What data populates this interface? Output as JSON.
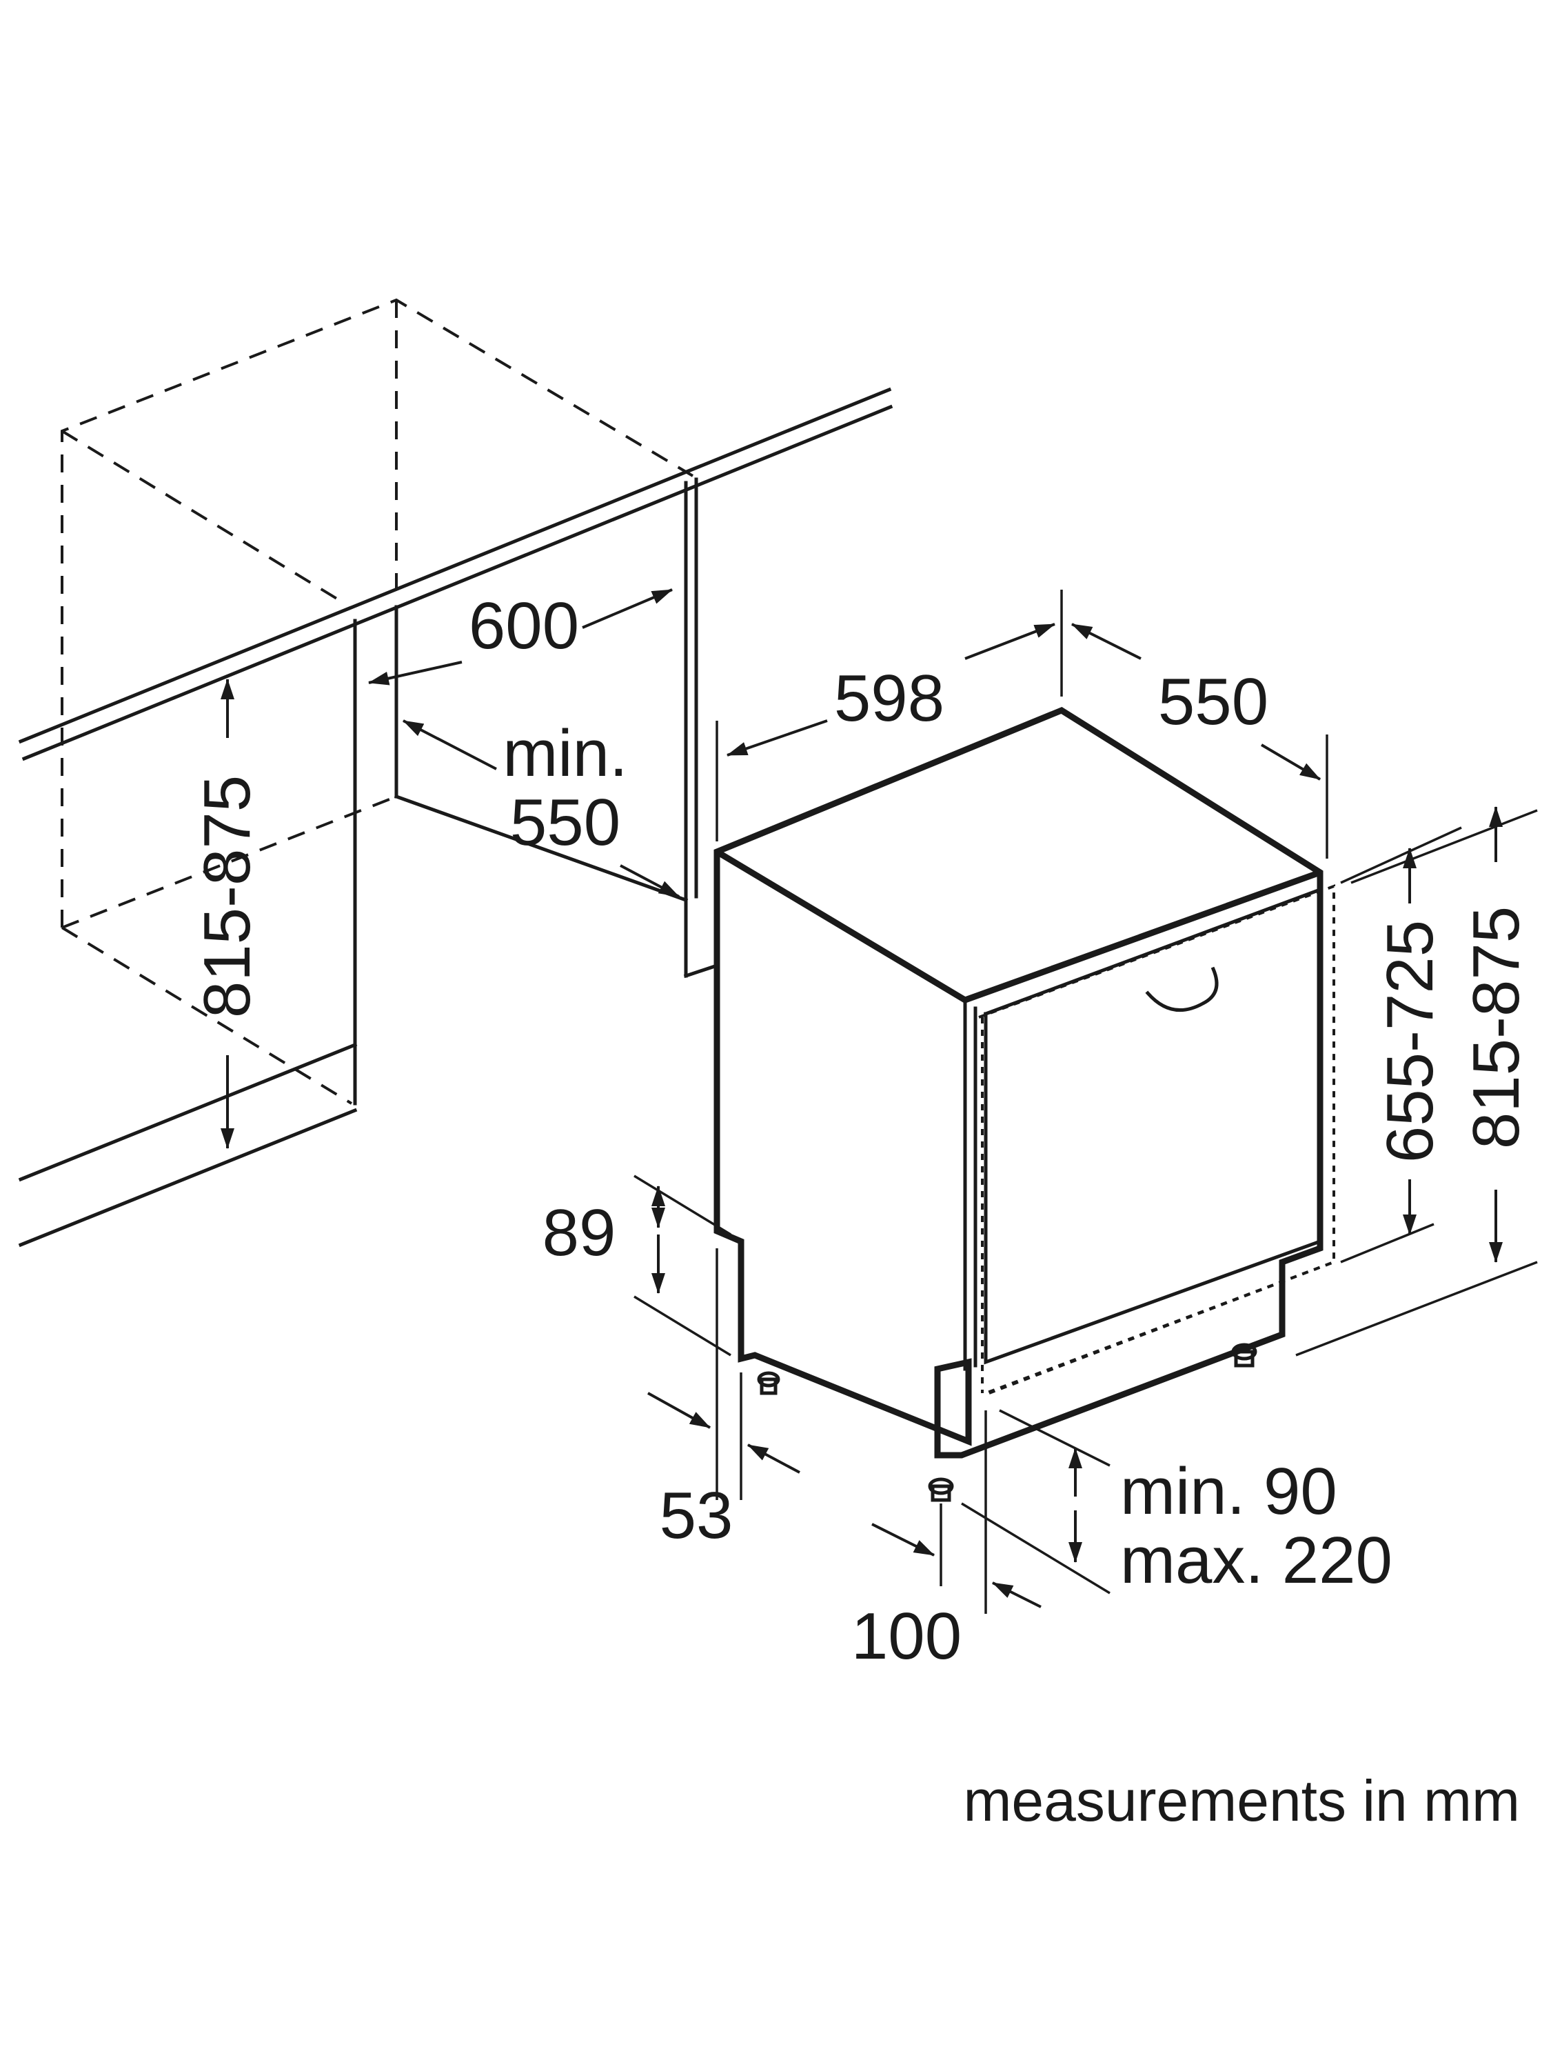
{
  "labels": {
    "cabinet_width": "600",
    "cabinet_depth_line1": "min.",
    "cabinet_depth_line2": "550",
    "cabinet_height": "815-875",
    "appliance_width": "598",
    "appliance_depth": "550",
    "appliance_body_height": "655-725",
    "appliance_total_height": "815-875",
    "plinth_recess_height": "89",
    "plinth_recess_depth": "53",
    "foot_offset": "100",
    "plinth_height_line1": "min. 90",
    "plinth_height_line2": "max. 220"
  },
  "footer": {
    "units_note": "measurements in mm"
  }
}
